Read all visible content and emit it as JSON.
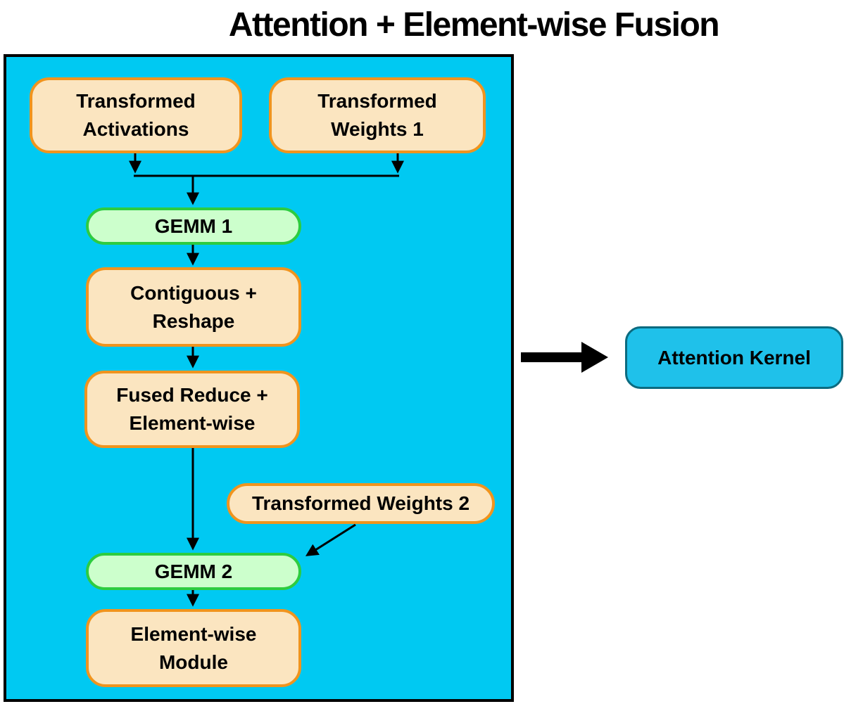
{
  "title": "Attention + Element-wise Fusion",
  "pipeline": {
    "transformed_activations": "Transformed\nActivations",
    "transformed_weights_1": "Transformed\nWeights 1",
    "gemm_1": "GEMM 1",
    "contiguous_reshape": "Contiguous +\nReshape",
    "fused_reduce_elementwise": "Fused Reduce +\nElement-wise",
    "transformed_weights_2": "Transformed Weights 2",
    "gemm_2": "GEMM 2",
    "elementwise_module": "Element-wise\nModule"
  },
  "output": {
    "attention_kernel": "Attention Kernel"
  },
  "colors": {
    "panel_bg": "#00c9f2",
    "panel_border": "#000000",
    "data_fill": "#fbe5c0",
    "data_border": "#f0941e",
    "gemm_fill": "#ccffcc",
    "gemm_border": "#2dcc40",
    "kernel_fill": "#1fc1ea",
    "kernel_border": "#0c6b80",
    "arrow": "#000000"
  }
}
